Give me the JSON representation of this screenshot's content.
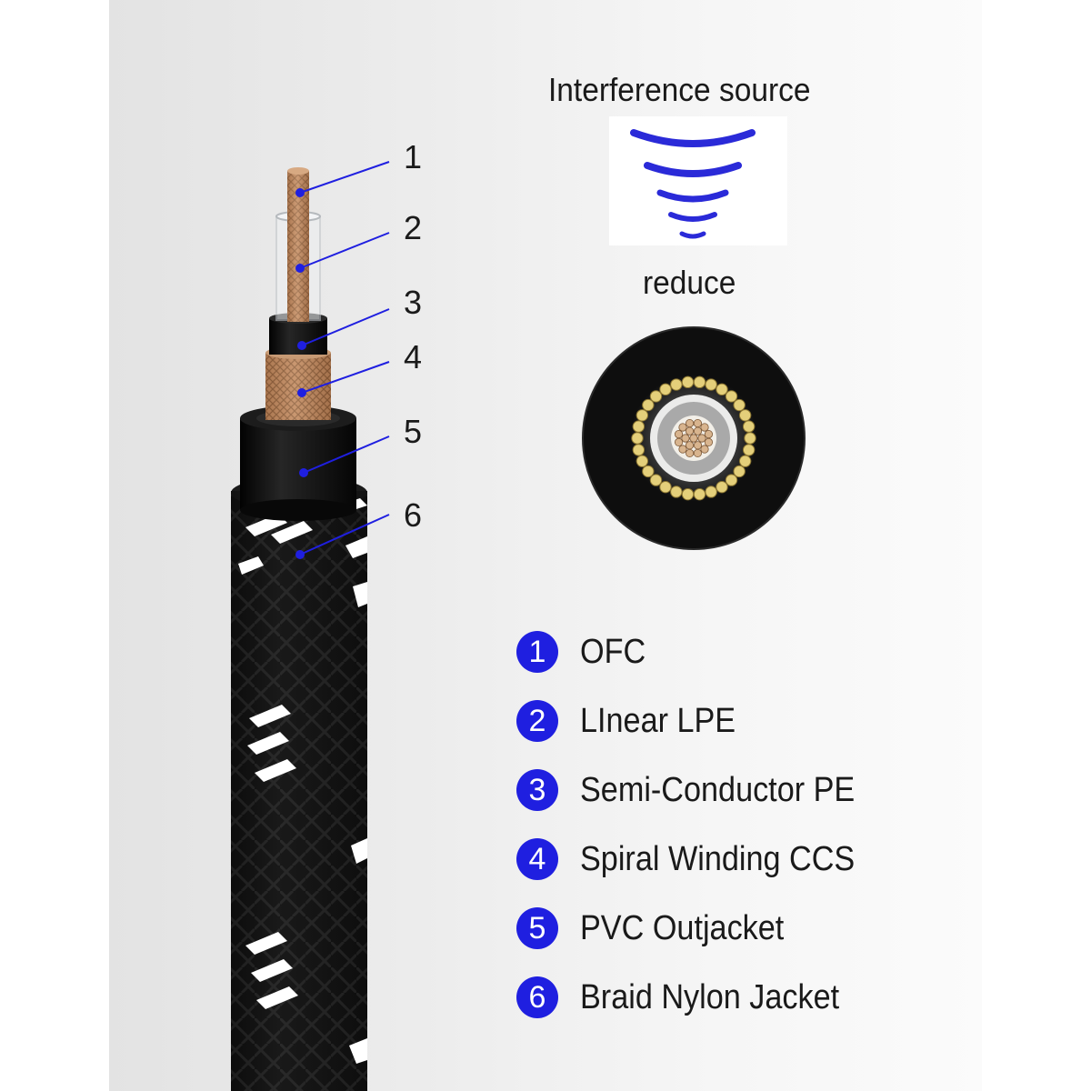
{
  "interference": {
    "title": "Interference source",
    "reduce_label": "reduce"
  },
  "layer_numbers": [
    "1",
    "2",
    "3",
    "4",
    "5",
    "6"
  ],
  "legend": [
    {
      "number": "1",
      "label": "OFC"
    },
    {
      "number": "2",
      "label": "LInear LPE"
    },
    {
      "number": "3",
      "label": "Semi-Conductor PE"
    },
    {
      "number": "4",
      "label": "Spiral Winding CCS"
    },
    {
      "number": "5",
      "label": "PVC Outjacket"
    },
    {
      "number": "6",
      "label": "Braid Nylon Jacket"
    }
  ],
  "colors": {
    "accent": "#1f1fe0",
    "copper": "#c89672",
    "jacket": "#0d0d0d"
  }
}
